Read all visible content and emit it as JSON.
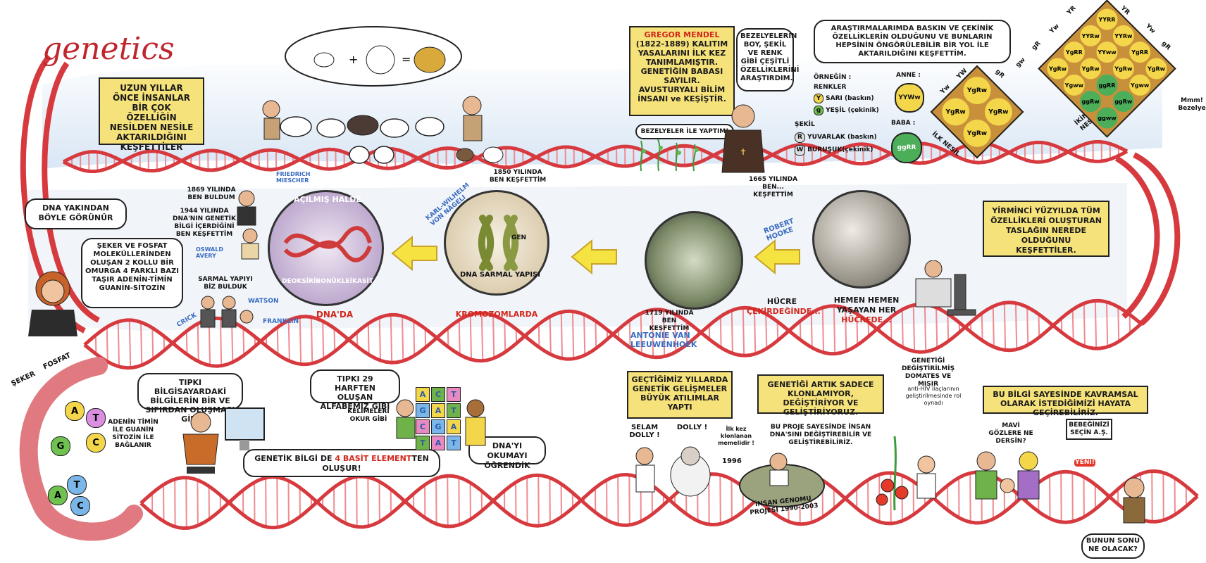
{
  "title": "genetics",
  "top_left_box": "UZUN YILLAR ÖNCE İNSANLAR BİR ÇOK ÖZELLİĞİN NESİLDEN NESİLE AKTARILDIĞINI KEŞFETTİLER",
  "mendel": {
    "name": "GREGOR MENDEL",
    "dates": "(1822-1889)",
    "text": "KALITIM YASALARINI İLK KEZ TANIMLAMIŞTIR. GENETİĞİN BABASI SAYILIR. AVUSTURYALI BİLİM İNSANI ve KEŞİŞTİR.",
    "speech1": "BEZELYELERİN BOY, ŞEKİL VE RENK GİBİ ÇEŞİTLİ ÖZELLİKLERİNİ ARAŞTIRDIM.",
    "speech2": "ARAŞTIRMALARIMDA BASKIN VE ÇEKİNİK ÖZELLİKLERİN OLDUĞUNU VE BUNLARIN HEPSİNİN ÖNGÖRÜLEBİLİR BİR YOL İLE AKTARILDIĞINI KEŞFETTİM.",
    "speech3": "BEZELYELER İLE YAPTIM!",
    "example": "ÖRNEĞİN :",
    "colors": "RENKLER",
    "y_label": "SARI (baskın)",
    "g_label": "YEŞİL (çekinik)",
    "shape": "ŞEKİL",
    "r_label": "YUVARLAK (baskın)",
    "w_label": "BURUŞUK(çekinik)",
    "mother": "ANNE :",
    "father": "BABA :",
    "mother_gene": "YYWw",
    "father_gene": "ggRR",
    "first_gen": "İLK NESİL",
    "second_gen": "İKİNCİ NESİL",
    "yum": "Mmm! Bezelye"
  },
  "punnett_small": {
    "top": [
      "Yw",
      "YW",
      "gR"
    ],
    "cells": [
      "YgRw",
      "YgRw",
      "YgRw",
      "YgRw"
    ]
  },
  "punnett_large": {
    "headers_top": [
      "YR",
      "YR",
      "Yw",
      "gR",
      "Yw",
      "gR",
      "gw"
    ],
    "cells": [
      "YYRR",
      "YYRw",
      "YgRR",
      "YgRw",
      "YYRw",
      "YYww",
      "YgRw",
      "Ygww",
      "YgRR",
      "YgRw",
      "ggRR",
      "ggRw",
      "YgRw",
      "Ygww",
      "ggRw",
      "ggww"
    ]
  },
  "twentieth": "YİRMİNCİ YÜZYILDA TÜM ÖZELLİKLERİ OLUŞTURAN TASLAĞIN NEREDE OLDUĞUNU KEŞFETTİLER.",
  "hooke": {
    "speech": "1665 YILINDA BEN... KEŞFETTİM",
    "name": "ROBERT HOOKE",
    "caption_a": "HEMEN HEMEN YAŞAYAN HER",
    "caption_b": "HÜCREDE..."
  },
  "leeuwenhoek": {
    "speech": "1719 YILINDA BEN KEŞFETTİM",
    "name": "ANTONIE VAN LEEUWENHOEK",
    "caption_a": "HÜCRE",
    "caption_b": "ÇEKİRDEĞİNDE..."
  },
  "nageli": {
    "speech": "1850 YILINDA BEN KEŞFETTİM",
    "name": "KARL-WILHELM VON NÄGELI",
    "gene": "GEN",
    "circle_text": "DNA SARMAL YAPISI",
    "caption": "KROMOZOMLARDA"
  },
  "dna_circle": {
    "top_text": "AÇILMIŞ HALDE",
    "bottom_text": "DEOKSİRİBONÜKLEİKASİT",
    "caption": "DNA'DA",
    "miescher_speech": "1869 YILINDA BEN BULDUM",
    "miescher_name": "FRIEDRICH MIESCHER",
    "avery_speech": "1944 YILINDA DNA'NIN GENETİK BİLGİ İÇERDİĞİNİ BEN KEŞFETTİM",
    "avery_name": "OSWALD AVERY",
    "helix_speech": "SARMAL YAPIYI BİZ BULDUK",
    "watson": "WATSON",
    "crick": "CRICK",
    "franklin": "FRANKLIN"
  },
  "girl": {
    "speech1": "DNA YAKINDAN BÖYLE GÖRÜNÜR",
    "speech2": "ŞEKER VE FOSFAT MOLEKÜLLERİNDEN OLUŞAN 2 KOLLU BİR OMURGA 4 FARKLI BAZI TAŞIR ADENİN-TİMİN GUANİN-SİTOZİN"
  },
  "bases": {
    "sugar": "ŞEKER",
    "phosphate": "FOSFAT",
    "letters": [
      "A",
      "T",
      "G",
      "C",
      "T",
      "A",
      "C"
    ],
    "pairing": "ADENİN TİMİN İLE GUANİN SİTOZİN İLE BAĞLANIR"
  },
  "computer": {
    "speech1": "TIPKI BİLGİSAYARDAKİ BİLGİLERİN BİR VE SIFIRDAN OLUŞMASI GİBİ",
    "speech2_a": "GENETİK BİLGİ DE",
    "speech2_b": "4 BASİT ELEMENT",
    "speech2_c": "TEN OLUŞUR!"
  },
  "alphabet": {
    "speech1": "TIPKI 29 HARFTEN OLUŞAN ALFABEMİZ GİBİ",
    "speech2": "KELİMELERİ OKUR GİBİ",
    "speech3": "DNA'YI OKUMAYI ÖĞRENDİK",
    "blocks": [
      "A",
      "C",
      "T",
      "G",
      "A",
      "T",
      "C",
      "G",
      "A",
      "T",
      "A",
      "T"
    ]
  },
  "recent": {
    "box1": "GEÇTİĞİMİZ YILLARDA GENETİK GELİŞMELER BÜYÜK ATILIMLAR YAPTI",
    "selam": "SELAM DOLLY !",
    "dolly": "DOLLY !",
    "first_clone": "İlk kez klonlanan memelidir !",
    "year": "1996",
    "box2": "GENETİĞİ ARTIK SADECE KLONLAMIYOR, DEĞİŞTİRİYOR VE GELİŞTİRİYORUZ.",
    "project_speech": "BU PROJE SAYESİNDE İNSAN DNA'SINI DEĞİŞTİREBİLİR VE GELİŞTİREBİLİRİZ.",
    "genome": "İNSAN GENOMU PROJESİ 1990-2003",
    "tomato": "GENETİĞİ DEĞİŞTİRİLMİŞ DOMATES VE MISIR",
    "anti_hiv": "anti-HIV ilaçlarının geliştirilmesinde rol oynadı",
    "box3": "BU BİLGİ SAYESİNDE KAVRAMSAL OLARAK İSTEDİĞİMİZİ HAYATA GEÇİREBİLİRİZ.",
    "blue_eyes": "MAVİ GÖZLERE NE DERSİN?",
    "sign": "BEBEĞİNİZİ SEÇİN A.Ş.",
    "new": "YENİ!",
    "end": "BUNUN SONU NE OLACAK?"
  },
  "colors": {
    "helix_red": "#d63a3f",
    "helix_pink": "#f08a8f",
    "box_yellow": "#f6e27a",
    "sky": "#dbe9f6",
    "accent_red": "#d2261b",
    "accent_blue": "#3a6cc0"
  }
}
